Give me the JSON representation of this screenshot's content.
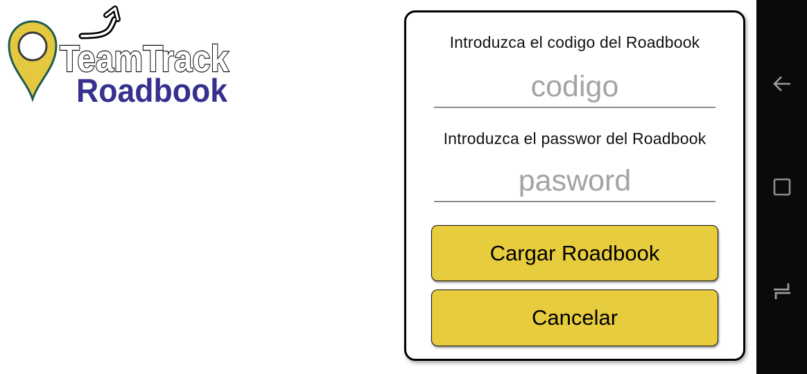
{
  "logo": {
    "brand_line1": "TeamTrack",
    "brand_line2": "Roadbook",
    "pin_color": "#E4C83F",
    "pin_outline_color": "#1D5A50",
    "line2_color": "#36318E"
  },
  "form": {
    "code_label": "Introduzca el codigo del Roadbook",
    "code_placeholder": "codigo",
    "code_value": "",
    "password_label": "Introduzca el passwor del Roadbook",
    "password_placeholder": "pasword",
    "password_value": "",
    "buttons": {
      "load": "Cargar Roadbook",
      "cancel": "Cancelar"
    },
    "button_color": "#E7CC3D"
  },
  "nav_bar": {
    "background": "#0A0A0A",
    "icon_color": "#9C9C9C",
    "icons": [
      "back-icon",
      "recents-square-icon",
      "switch-windows-icon"
    ]
  }
}
